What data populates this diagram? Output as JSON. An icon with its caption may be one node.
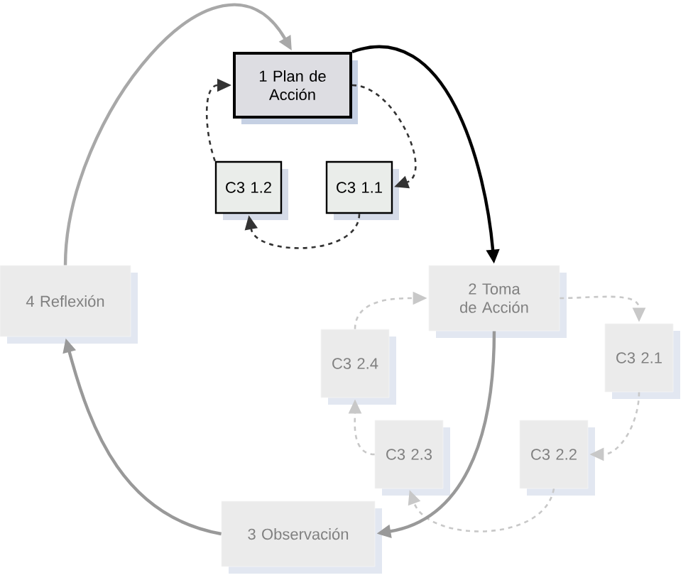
{
  "diagram": {
    "nodes": [
      {
        "text": [
          "1 Plan de Acción"
        ]
      },
      {
        "text": [
          "C3 1.1"
        ]
      },
      {
        "text": [
          "C3 1.2"
        ]
      },
      {
        "text": [
          "2 Toma de Acción"
        ]
      },
      {
        "text": [
          "C3 2.1"
        ]
      },
      {
        "text": [
          "C3 2.2"
        ]
      },
      {
        "text": [
          "C3 2.3"
        ]
      },
      {
        "text": [
          "C3 2.4"
        ]
      },
      {
        "text": [
          "3 Observación"
        ]
      },
      {
        "text": [
          "4 Reflexión"
        ]
      }
    ],
    "edges": [
      {
        "from": 0,
        "to": 1,
        "arrow": "to",
        "style": "dashed",
        "color": "#333333"
      },
      {
        "from": 1,
        "to": 2,
        "arrow": "to",
        "style": "dashed",
        "color": "#333333"
      },
      {
        "from": 2,
        "to": 0,
        "arrow": "to",
        "style": "dashed",
        "color": "#333333"
      },
      {
        "from": 0,
        "to": 3,
        "arrow": "to",
        "color": "#000000"
      },
      {
        "from": 3,
        "to": 4,
        "arrow": "to",
        "style": "dashed",
        "color": "#c8c8c8"
      },
      {
        "from": 4,
        "to": 5,
        "arrow": "to",
        "style": "dashed",
        "color": "#c8c8c8"
      },
      {
        "from": 5,
        "to": 6,
        "arrow": "to",
        "style": "dashed",
        "color": "#c8c8c8"
      },
      {
        "from": 6,
        "to": 7,
        "arrow": "to",
        "style": "dashed",
        "color": "#c8c8c8"
      },
      {
        "from": 7,
        "to": 3,
        "arrow": "to",
        "style": "dashed",
        "color": "#c8c8c8"
      },
      {
        "from": 3,
        "to": 8,
        "arrow": "to",
        "color": "#999999"
      },
      {
        "from": 8,
        "to": 9,
        "arrow": "to",
        "color": "#999999"
      },
      {
        "from": 9,
        "to": 0,
        "arrow": "to",
        "color": "#a8a8a8"
      }
    ]
  }
}
